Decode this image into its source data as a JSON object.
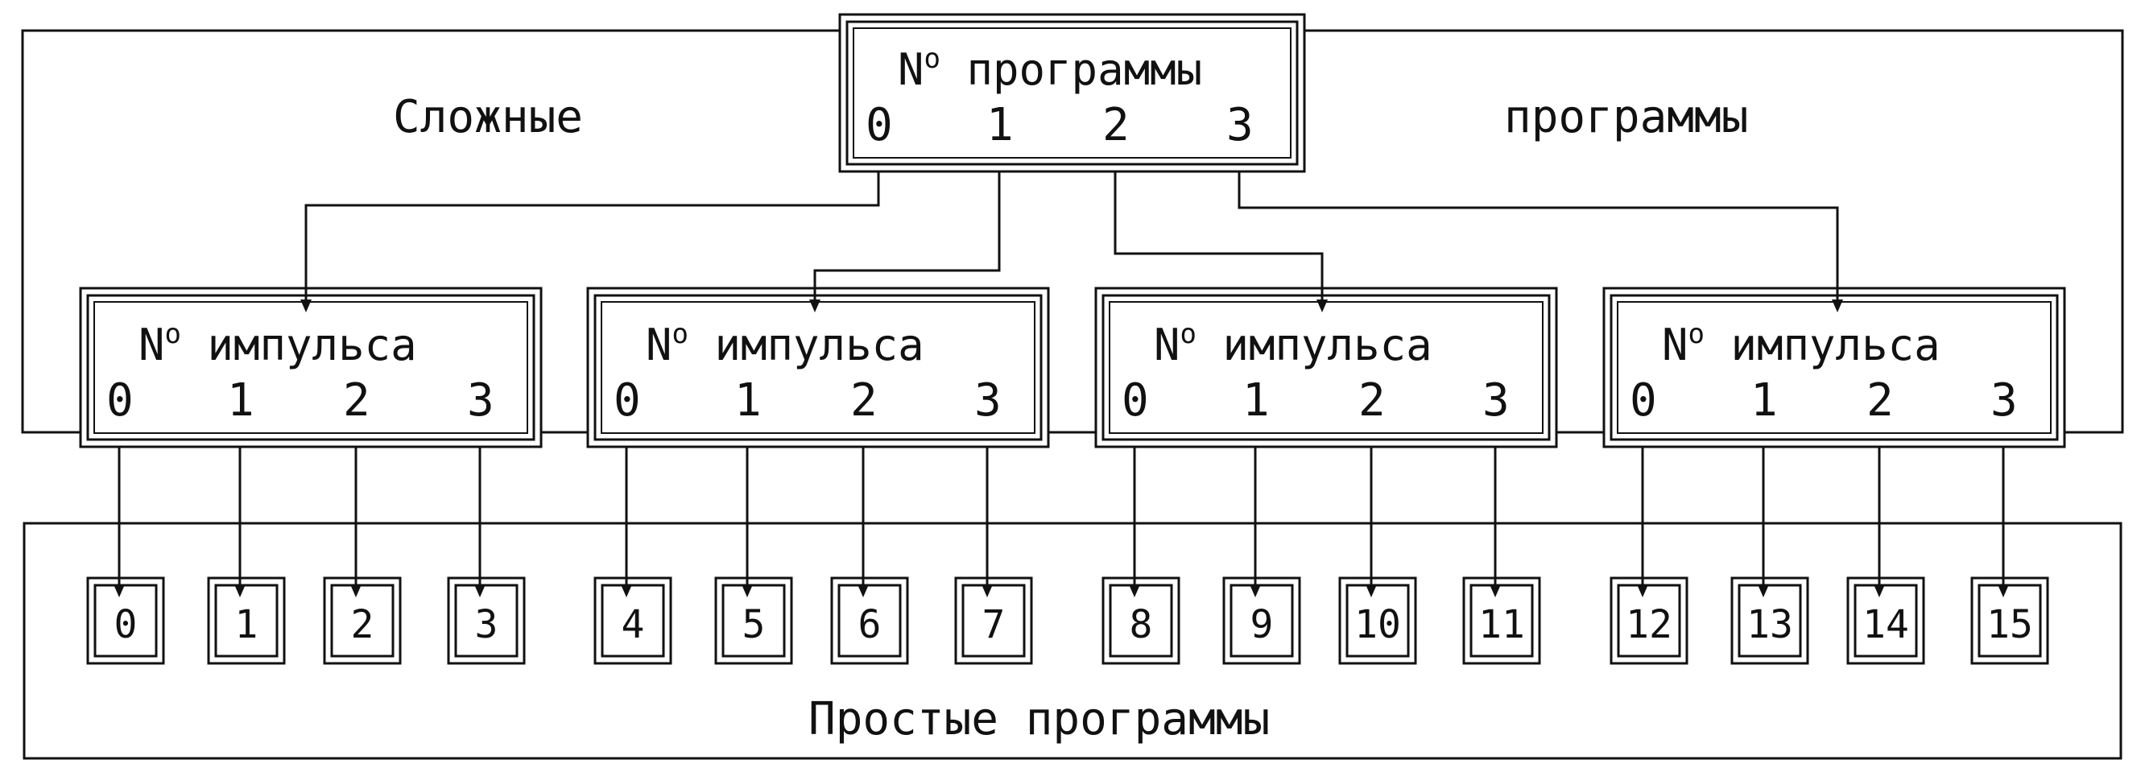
{
  "complex_label_left": "Сложные",
  "complex_label_right": "программы",
  "program_selector": {
    "title_prefix": "N",
    "title_sup": "o",
    "title_word": "программы",
    "digits": [
      "0",
      "1",
      "2",
      "3"
    ]
  },
  "pulse_selectors": [
    {
      "title_prefix": "N",
      "title_sup": "o",
      "title_word": "импульса",
      "digits": [
        "0",
        "1",
        "2",
        "3"
      ]
    },
    {
      "title_prefix": "N",
      "title_sup": "o",
      "title_word": "импульса",
      "digits": [
        "0",
        "1",
        "2",
        "3"
      ]
    },
    {
      "title_prefix": "N",
      "title_sup": "o",
      "title_word": "импульса",
      "digits": [
        "0",
        "1",
        "2",
        "3"
      ]
    },
    {
      "title_prefix": "N",
      "title_sup": "o",
      "title_word": "импульса",
      "digits": [
        "0",
        "1",
        "2",
        "3"
      ]
    }
  ],
  "simple_programs": [
    "0",
    "1",
    "2",
    "3",
    "4",
    "5",
    "6",
    "7",
    "8",
    "9",
    "10",
    "11",
    "12",
    "13",
    "14",
    "15"
  ],
  "simple_label": "Простые программы",
  "colors": {
    "line": "#111111",
    "background": "#ffffff"
  }
}
